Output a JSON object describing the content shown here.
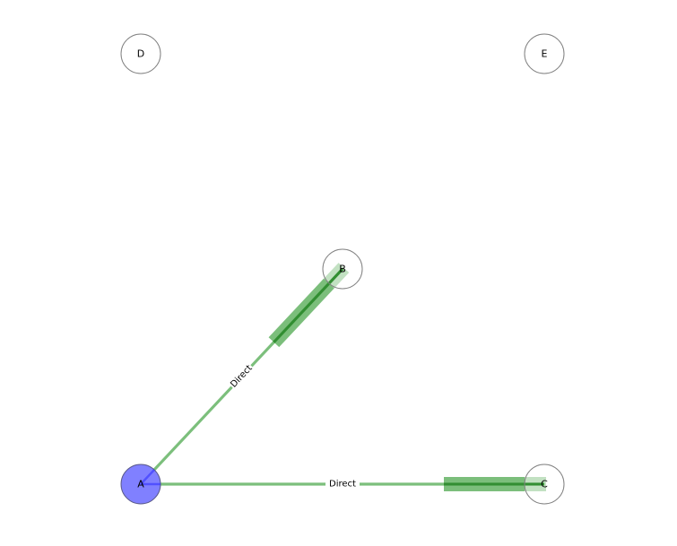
{
  "colors": {
    "background": "#ffffff",
    "edge": "#7cbf7c",
    "edge_band": "#4fa84f",
    "edge_core": "#2e8b2e",
    "node_stroke": "#808080",
    "node_fill_default": "#ffffff",
    "node_fill_active": "#8080ff",
    "node_stroke_active": "#5a5a8a",
    "active_stub": "#2a2aff"
  },
  "nodes": [
    {
      "id": "A",
      "label": "A",
      "active": true
    },
    {
      "id": "B",
      "label": "B",
      "active": false
    },
    {
      "id": "C",
      "label": "C",
      "active": false
    },
    {
      "id": "D",
      "label": "D",
      "active": false
    },
    {
      "id": "E",
      "label": "E",
      "active": false
    }
  ],
  "edges": [
    {
      "id": "A-B",
      "from": "A",
      "to": "B",
      "label": "Direct",
      "directed": true
    },
    {
      "id": "A-C",
      "from": "A",
      "to": "C",
      "label": "Direct",
      "directed": true
    }
  ]
}
